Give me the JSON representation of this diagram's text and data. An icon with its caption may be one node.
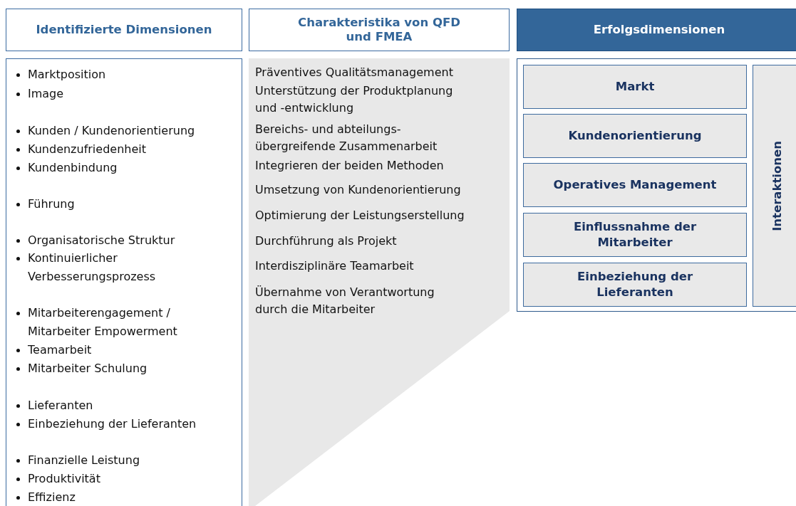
{
  "diagram": {
    "nodes": [
      {
        "text": [
          "Identifizierte Dimensionen"
        ]
      },
      {
        "text": [
          "Charakteristika von QFD und FMEA"
        ]
      },
      {
        "text": [
          "Erfolgsdimensionen"
        ]
      },
      {
        "text": [
          "Marktposition",
          "Image",
          "Kunden / Kundenorientierung",
          "Kundenzufriedenheit",
          "Kundenbindung",
          "Führung",
          "Organisatorische Struktur",
          "Kontinuierlicher Verbesserungsprozess",
          "Mitarbeiterengagement / Mitarbeiter Empowerment",
          "Teamarbeit",
          "Mitarbeiter Schulung",
          "Lieferanten",
          "Einbeziehung der Lieferanten",
          "Finanzielle Leistung",
          "Produktivität",
          "Effizienz"
        ]
      },
      {
        "text": [
          "Präventives Qualitätsmanagement",
          "Unterstützung der Produktplanung und -entwicklung",
          "Bereichs- und abteilungs- übergreifende Zusammenarbeit",
          "Integrieren der beiden Methoden",
          "Umsetzung von Kundenorientierung",
          "Optimierung der Leistungserstellung",
          "Durchführung als Projekt",
          "Interdisziplinäre Teamarbeit",
          "Übernahme von Verantwortung durch die Mitarbeiter"
        ]
      },
      {
        "text": [],
        "shape": "box"
      },
      {
        "text": [
          "Markt"
        ],
        "in": 5
      },
      {
        "text": [
          "Kundenorientierung"
        ],
        "in": 5
      },
      {
        "text": [
          "Operatives Management"
        ],
        "in": 5
      },
      {
        "text": [
          "Einflussnahme der Mitarbeiter"
        ],
        "in": 5
      },
      {
        "text": [
          "Einbeziehung der Lieferanten"
        ],
        "in": 5
      },
      {
        "text": [
          "Interaktionen"
        ],
        "in": 5
      }
    ],
    "edges": []
  }
}
